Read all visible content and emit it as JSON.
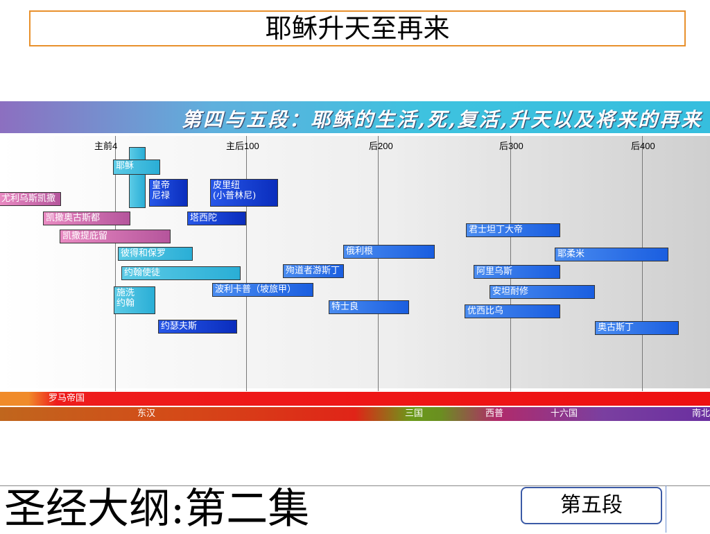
{
  "page_title": "耶稣升天至再来",
  "chart": {
    "banner": "第四与五段：耶稣的生活,死,复活,升天以及将来的再来",
    "ticks": [
      {
        "id": "t0",
        "text": "主前4"
      },
      {
        "id": "t1",
        "text": "主后100"
      },
      {
        "id": "t2",
        "text": "后200"
      },
      {
        "id": "t3",
        "text": "后300"
      },
      {
        "id": "t4",
        "text": "后400"
      }
    ],
    "figures": {
      "jesus": "耶稣",
      "nero": "皇帝\n尼禄",
      "pliny": "皮里纽\n(小普林尼)",
      "tiberius": "尤利乌斯凯撒",
      "augustus": "凯撒奥古斯都",
      "tiberius2": "凯撒提庇留",
      "tacitus": "塔西陀",
      "constantine": "君士坦丁大帝",
      "origen": "俄利根",
      "jerome": "耶柔米",
      "peter_paul": "彼得和保罗",
      "john": "约翰使徒",
      "justin": "殉道者游斯丁",
      "arius": "阿里乌斯",
      "polycarp": "波利卡普（坡旅甲）",
      "athanasius": "安坦耐修",
      "baptist": "施洗\n约翰",
      "tertullian": "特士良",
      "eusebius": "优西比乌",
      "josephus": "约瑟夫斯",
      "augustine": "奥古斯丁"
    },
    "bands": {
      "rome": "罗马帝国",
      "east_han": "东汉",
      "three_kingdoms": "三国",
      "west_jin": "西普",
      "sixteen": "十六国",
      "south_north": "南北"
    }
  },
  "footer": {
    "title": "圣经大纲:第二集",
    "badge": "第五段"
  }
}
